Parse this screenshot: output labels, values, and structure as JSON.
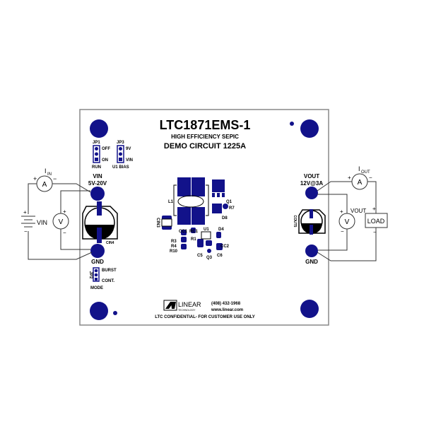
{
  "colors": {
    "copper": "#12128a",
    "board_outline": "#888888",
    "wire": "#333333"
  },
  "board": {
    "title": "LTC1871EMS-1",
    "subtitle": "HIGH EFFICIENCY SEPIC",
    "demo": "DEMO CIRCUIT 1225A",
    "jp1": {
      "name": "JP1",
      "top": "OFF",
      "bottom": "ON",
      "label": "RUN"
    },
    "jp3": {
      "name": "JP3",
      "top": "9V",
      "bottom": "VIN",
      "label": "U1 BIAS"
    },
    "jp2": {
      "name": "JP2",
      "top": "BURST",
      "bottom": "CONT.",
      "label": "MODE"
    },
    "vin_label": "VIN",
    "vin_range": "5V-20V",
    "vout_label": "VOUT",
    "vout_rating": "12V@3A",
    "gnd_left": "GND",
    "gnd_right": "GND",
    "cin4": "CIN4",
    "cout": "COUT5",
    "components": {
      "l1": "L1",
      "q1": "Q1",
      "r7": "R7",
      "d8": "D8",
      "cin3": "CIN3",
      "cc1": "CC1",
      "rc1": "RC1",
      "u1": "U1",
      "d4": "D4",
      "r1": "R1",
      "r3": "R3",
      "r4": "R4",
      "r10": "R10",
      "cc2": "CC2",
      "c5": "C5",
      "q3": "Q3",
      "c6": "C6"
    },
    "logo_text": "LINEAR",
    "logo_sub": "TECHNOLOGY",
    "phone": "(408) 432-1968",
    "website": "www.linear.com",
    "confidential": "LTC CONFIDENTIAL- FOR CUSTOMER USE ONLY"
  },
  "external": {
    "iin": "I",
    "iin_sub": "IN",
    "iout": "I",
    "iout_sub": "OUT",
    "ammeter": "A",
    "voltmeter": "V",
    "vin_source": "VIN",
    "vout_meter": "VOUT",
    "load": "LOAD",
    "plus": "+",
    "minus": "−"
  }
}
